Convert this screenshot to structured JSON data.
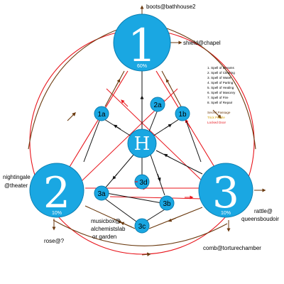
{
  "colors": {
    "node": "#1aa7e2",
    "node_stroke": "#0a7db0",
    "secret": "#6b3a0f",
    "trick": "#d4a000",
    "locked": "#e8141b",
    "conn": "#111111"
  },
  "nodes": {
    "n1": {
      "label": "1",
      "pct": "60%"
    },
    "n2": {
      "label": "2",
      "pct": "10%"
    },
    "n3": {
      "label": "3",
      "pct": "10%"
    },
    "H": {
      "label": "H"
    },
    "n1a": {
      "label": "1a"
    },
    "n1b": {
      "label": "1b"
    },
    "n2a": {
      "label": "2a"
    },
    "n3a": {
      "label": "3a"
    },
    "n3b": {
      "label": "3b"
    },
    "n3c": {
      "label": "3c"
    },
    "n3d": {
      "label": "3d"
    }
  },
  "items": {
    "boots": "boots@bathhouse2",
    "shield": "shield@chapel",
    "nightingale_1": "nightingale",
    "nightingale_2": "@theater",
    "rose": "rose@?",
    "musicbox_1": "musicbox@",
    "musicbox_2": "alchemistslab",
    "musicbox_3": "or garden",
    "rattle_1": "rattle@",
    "rattle_2": "queensboudoir",
    "comb": "comb@torturechamber"
  },
  "legend": {
    "spells": [
      "1. Spell of Dreams",
      "2. Spell of Clearing",
      "3. Spell of Water",
      "4. Spell of Parting",
      "5. Spell of Healing",
      "6. Spell of Masonry",
      "7. Spell of Fire",
      "8. Spell of Repair"
    ],
    "secret_passage": "Secret Passage",
    "trick_puzzle": "Trick Puzzle",
    "locked_door": "Locked Door"
  }
}
